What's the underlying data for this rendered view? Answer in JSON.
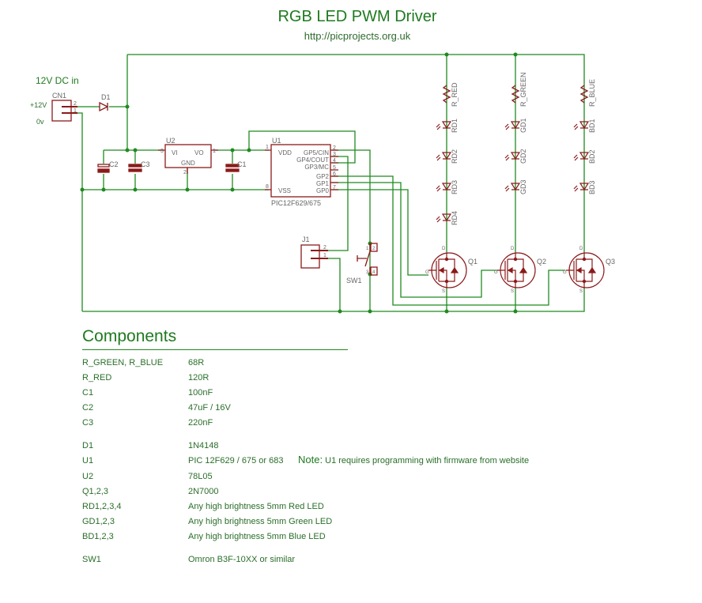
{
  "header": {
    "title": "RGB LED PWM Driver",
    "url": "http://picprojects.org.uk"
  },
  "schematic": {
    "power_label": "12V DC in",
    "labels": {
      "cn1": "CN1",
      "plus12v": "+12V",
      "zero_v": "0v",
      "d1": "D1",
      "c1": "C1",
      "c2": "C2",
      "c3": "C3",
      "u2": "U2",
      "u2_vi": "VI",
      "u2_vo": "VO",
      "u2_gnd": "GND",
      "u1": "U1",
      "u1_part": "PIC12F629/675",
      "u1_vdd": "VDD",
      "u1_vss": "VSS",
      "u1_gp5": "GP5/CIN",
      "u1_gp4": "GP4/COUT",
      "u1_gp3": "GP3/MC",
      "u1_gp2": "GP2",
      "u1_gp1": "GP1",
      "u1_gp0": "GP0",
      "j1": "J1",
      "sw1": "SW1",
      "r_red": "R_RED",
      "r_green": "R_GREEN",
      "r_blue": "R_BLUE",
      "rd1": "RD1",
      "rd2": "RD2",
      "rd3": "RD3",
      "rd4": "RD4",
      "gd1": "GD1",
      "gd2": "GD2",
      "gd3": "GD3",
      "bd1": "BD1",
      "bd2": "BD2",
      "bd3": "BD3",
      "q1": "Q1",
      "q2": "Q2",
      "q3": "Q3",
      "pin_d": "D",
      "pin_g": "G",
      "pin_s": "S"
    },
    "pins": {
      "cn1": [
        "2",
        "1"
      ],
      "u2": [
        "3",
        "1",
        "2"
      ],
      "u1": [
        "1",
        "8",
        "2",
        "3",
        "4",
        "5",
        "6",
        "7"
      ],
      "j1": [
        "2",
        "1"
      ],
      "sw1": [
        "1",
        "2",
        "3",
        "4"
      ]
    },
    "colors": {
      "wire": "#1f8a1f",
      "part": "#8b1a1a",
      "text": "#666666"
    }
  },
  "components": {
    "heading": "Components",
    "rows": [
      {
        "ref": "R_GREEN, R_BLUE",
        "value": "68R"
      },
      {
        "ref": "R_RED",
        "value": "120R"
      },
      {
        "ref": "C1",
        "value": "100nF"
      },
      {
        "ref": "C2",
        "value": "47uF / 16V"
      },
      {
        "ref": "C3",
        "value": "220nF"
      },
      {
        "ref": "D1",
        "value": "1N4148"
      },
      {
        "ref": "U1",
        "value": "PIC 12F629 / 675 or 683"
      },
      {
        "ref": "U2",
        "value": "78L05"
      },
      {
        "ref": "Q1,2,3",
        "value": "2N7000"
      },
      {
        "ref": "RD1,2,3,4",
        "value": "Any high brightness 5mm Red LED"
      },
      {
        "ref": "GD1,2,3",
        "value": "Any high brightness 5mm Green LED"
      },
      {
        "ref": "BD1,2,3",
        "value": "Any high brightness 5mm Blue LED"
      },
      {
        "ref": "SW1",
        "value": "Omron B3F-10XX or similar"
      }
    ],
    "note_label": "Note:",
    "note_text": "U1 requires programming with firmware from website"
  }
}
